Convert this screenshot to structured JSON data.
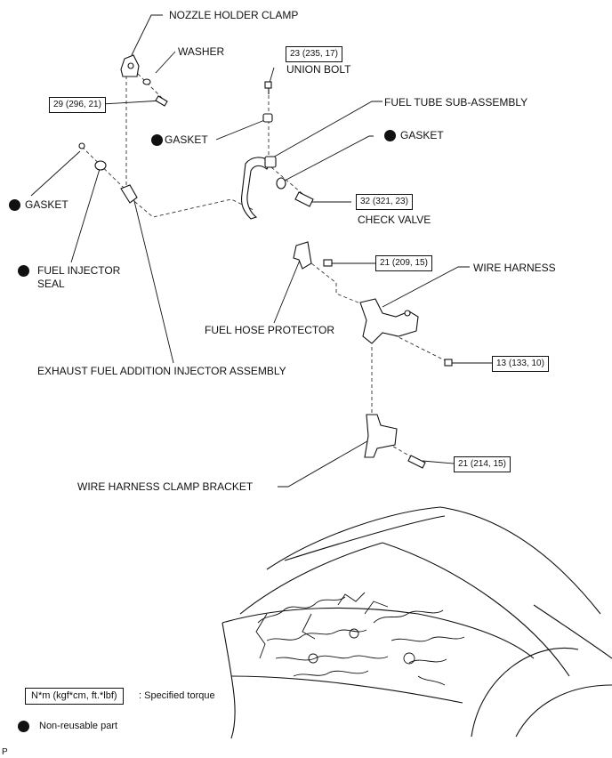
{
  "labels": {
    "nozzle_holder_clamp": "NOZZLE HOLDER CLAMP",
    "washer": "WASHER",
    "union_bolt": "UNION BOLT",
    "fuel_tube_sub_assembly": "FUEL TUBE SUB-ASSEMBLY",
    "gasket_left_mid": "GASKET",
    "gasket_right": "GASKET",
    "gasket_far_left": "GASKET",
    "check_valve": "CHECK VALVE",
    "fuel_injector_seal_line1": "FUEL INJECTOR",
    "fuel_injector_seal_line2": "SEAL",
    "wire_harness": "WIRE HARNESS",
    "fuel_hose_protector": "FUEL HOSE PROTECTOR",
    "exhaust_injector": "EXHAUST FUEL ADDITION INJECTOR ASSEMBLY",
    "wire_harness_clamp_bracket": "WIRE HARNESS CLAMP BRACKET"
  },
  "torques": {
    "union_bolt": "23 (235, 17)",
    "washer_bolt": "29 (296, 21)",
    "check_valve": "32 (321, 23)",
    "protector_bolt": "21 (209, 15)",
    "harness_bolt": "13 (133, 10)",
    "bracket_bolt": "21 (214, 15)"
  },
  "legend": {
    "torque_box": "N*m (kgf*cm, ft.*lbf)",
    "torque_desc": ": Specified torque",
    "nonreusable_desc": "Non-reusable part"
  },
  "corner_mark": "P"
}
